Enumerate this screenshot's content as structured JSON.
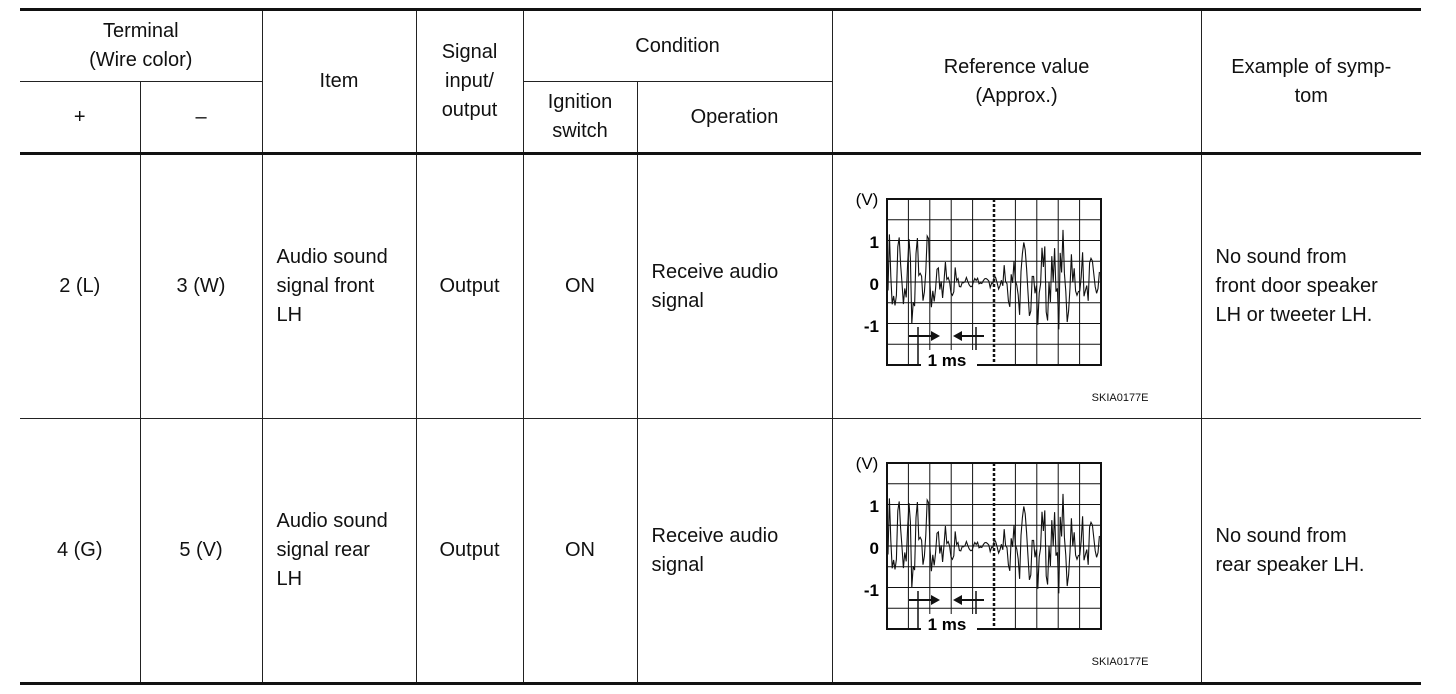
{
  "header": {
    "terminal": "Terminal\n(Wire color)",
    "plus": "+",
    "minus": "–",
    "item": "Item",
    "signal_io": "Signal\ninput/\noutput",
    "condition": "Condition",
    "ignition_switch": "Ignition\nswitch",
    "operation": "Operation",
    "reference_value": "Reference value\n(Approx.)",
    "example_symptom": "Example of symp-\ntom"
  },
  "rows": [
    {
      "plus": "2 (L)",
      "minus": "3 (W)",
      "item": "Audio sound\nsignal front\nLH",
      "signal": "Output",
      "ignition": "ON",
      "operation": "Receive audio\nsignal",
      "symptom": "No sound from\nfront door speaker\nLH or tweeter LH.",
      "scope": {
        "unit_label": "(V)",
        "y_labels": [
          "1",
          "0",
          "-1"
        ],
        "time_label": "1 ms",
        "figure_code": "SKIA0177E"
      }
    },
    {
      "plus": "4 (G)",
      "minus": "5 (V)",
      "item": "Audio sound\nsignal rear\nLH",
      "signal": "Output",
      "ignition": "ON",
      "operation": "Receive audio\nsignal",
      "symptom": "No sound from\nrear speaker LH.",
      "scope": {
        "unit_label": "(V)",
        "y_labels": [
          "1",
          "0",
          "-1"
        ],
        "time_label": "1 ms",
        "figure_code": "SKIA0177E"
      }
    }
  ]
}
